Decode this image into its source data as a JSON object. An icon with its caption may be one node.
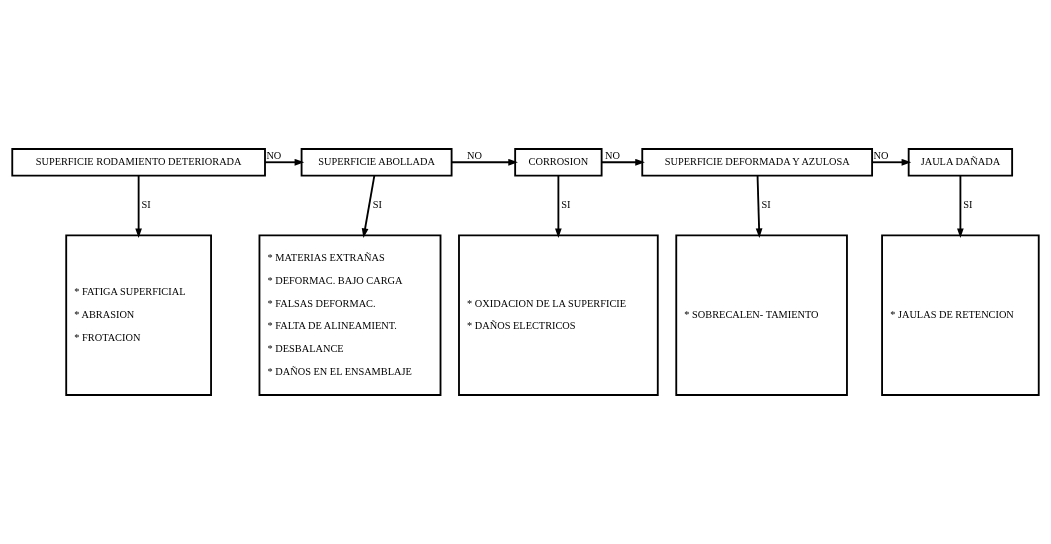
{
  "diagram": {
    "nodes": [
      {
        "text": [
          "SUPERFICIE RODAMIENTO DETERIORADA"
        ]
      },
      {
        "text": [
          "SUPERFICIE ABOLLADA"
        ]
      },
      {
        "text": [
          "CORROSION"
        ]
      },
      {
        "text": [
          "SUPERFICIE DEFORMADA Y AZULOSA"
        ]
      },
      {
        "text": [
          "JAULA DAÑADA"
        ]
      },
      {
        "text": [
          "* FATIGA SUPERFICIAL",
          "* ABRASION",
          "* FROTACION"
        ]
      },
      {
        "text": [
          "* MATERIAS EXTRAÑAS",
          "* DEFORMAC. BAJO CARGA",
          "* FALSAS DEFORMAC.",
          "* FALTA DE ALINEAMIENT.",
          "* DESBALANCE",
          "* DAÑOS EN EL ENSAMBLAJE"
        ]
      },
      {
        "text": [
          "* OXIDACION DE LA SUPERFICIE",
          "* DAÑOS ELECTRICOS"
        ]
      },
      {
        "text": [
          "* SOBRECALEN- TAMIENTO"
        ]
      },
      {
        "text": [
          "* JAULAS DE RETENCION"
        ]
      }
    ],
    "edges": [
      {
        "from": 0,
        "to": 1,
        "arrow": "to",
        "label": "NO"
      },
      {
        "from": 1,
        "to": 2,
        "arrow": "to",
        "label": "NO"
      },
      {
        "from": 2,
        "to": 3,
        "arrow": "to",
        "label": "NO"
      },
      {
        "from": 3,
        "to": 4,
        "arrow": "to",
        "label": "NO"
      },
      {
        "from": 0,
        "to": 5,
        "arrow": "to",
        "label": "SI"
      },
      {
        "from": 1,
        "to": 6,
        "arrow": "to",
        "label": "SI"
      },
      {
        "from": 2,
        "to": 7,
        "arrow": "to",
        "label": "SI"
      },
      {
        "from": 3,
        "to": 8,
        "arrow": "to",
        "label": "SI"
      },
      {
        "from": 4,
        "to": 9,
        "arrow": "to",
        "label": "SI"
      }
    ]
  }
}
